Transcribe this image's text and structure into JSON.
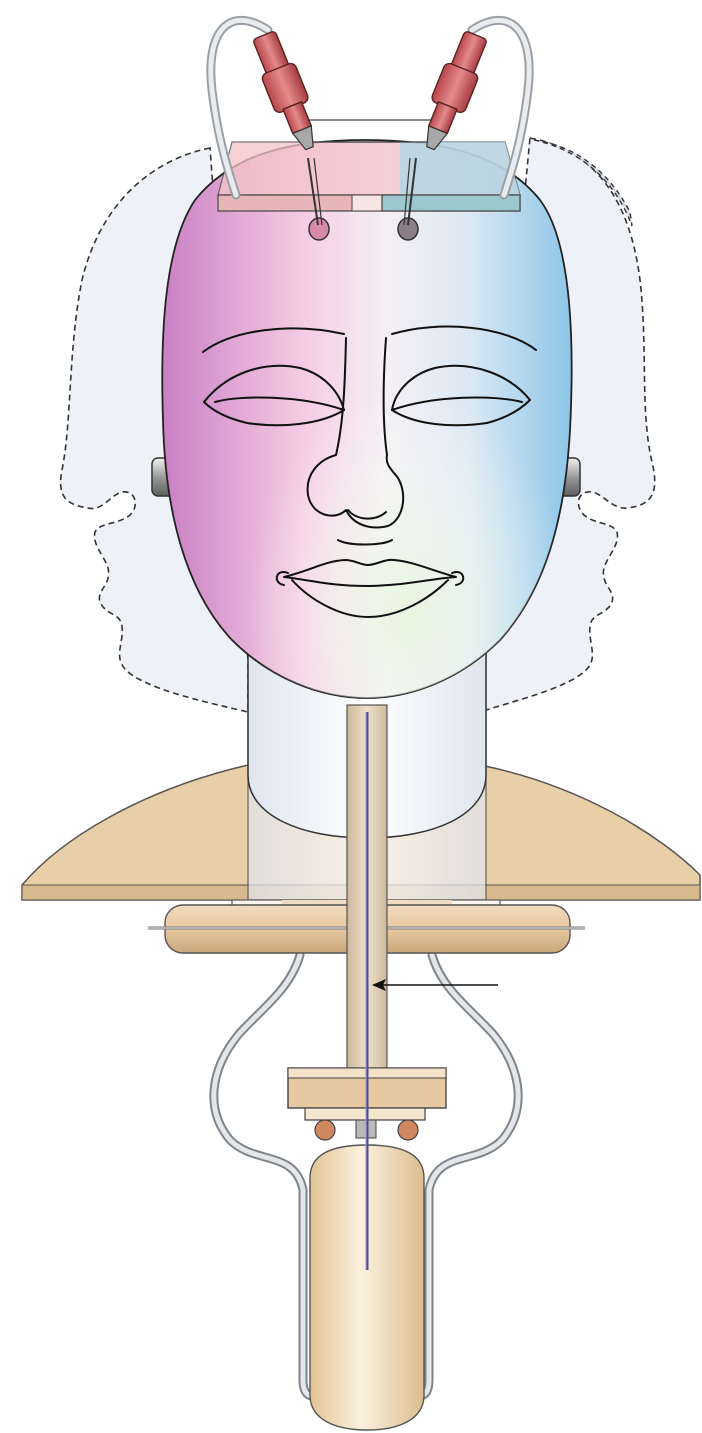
{
  "figure": {
    "components": [
      "left-electrode-connector",
      "right-electrode-connector",
      "scalp-mount-plate",
      "head-form",
      "left-silhouette-outline",
      "right-silhouette-outline",
      "left-ear-pin",
      "right-ear-pin",
      "neck-cylinder",
      "shoulder-platform",
      "support-bar",
      "central-rod",
      "inner-wire",
      "indicator-arrow",
      "lower-clamp-block",
      "reservoir-bottle",
      "left-return-tube",
      "right-return-tube"
    ],
    "colors": {
      "head_left": "#c97fc4",
      "head_mid": "#f6cde4",
      "head_right": "#8dc6e8",
      "head_chin": "#d9efd4",
      "connector": "#c9565a",
      "platform": "#e8cfa8",
      "tube": "#d9dcdf",
      "wire": "#5a5a9a",
      "silhouette": "#eef1f7",
      "bottle": "#f0d9b4"
    }
  }
}
